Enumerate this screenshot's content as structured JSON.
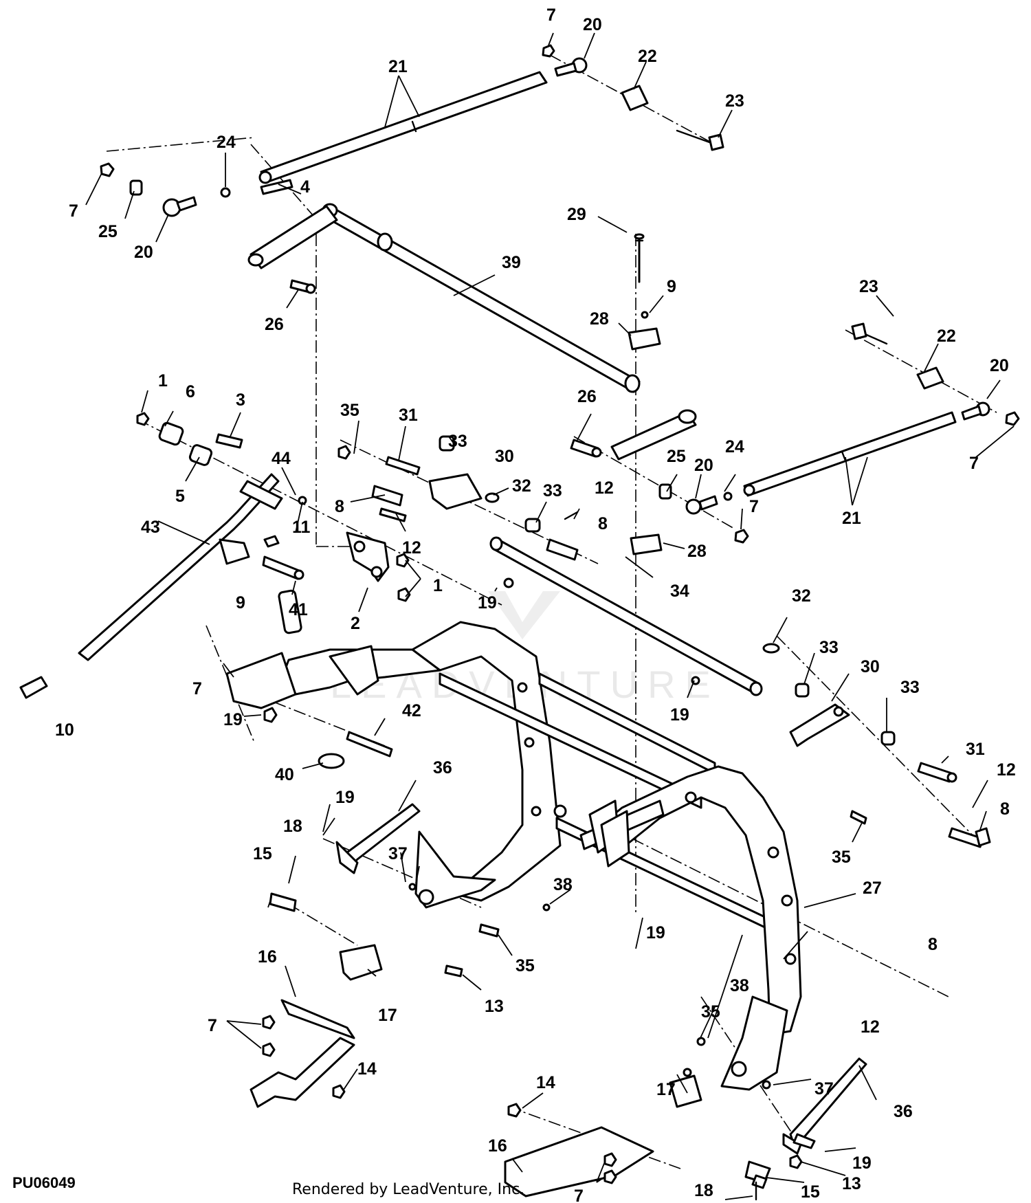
{
  "figure_id": "PU06049",
  "credit": "Rendered by LeadVenture, Inc.",
  "watermark": "LEADVENTURE",
  "callouts": [
    "1",
    "2",
    "3",
    "4",
    "5",
    "6",
    "7",
    "8",
    "9",
    "10",
    "11",
    "12",
    "13",
    "14",
    "15",
    "16",
    "17",
    "18",
    "19",
    "20",
    "21",
    "22",
    "23",
    "24",
    "25",
    "26",
    "27",
    "28",
    "29",
    "30",
    "31",
    "32",
    "33",
    "34",
    "35",
    "36",
    "37",
    "38",
    "39",
    "40",
    "41",
    "42",
    "43",
    "44"
  ],
  "colors": {
    "line": "#000000",
    "background": "#ffffff",
    "watermark": "#e9e9e9"
  }
}
